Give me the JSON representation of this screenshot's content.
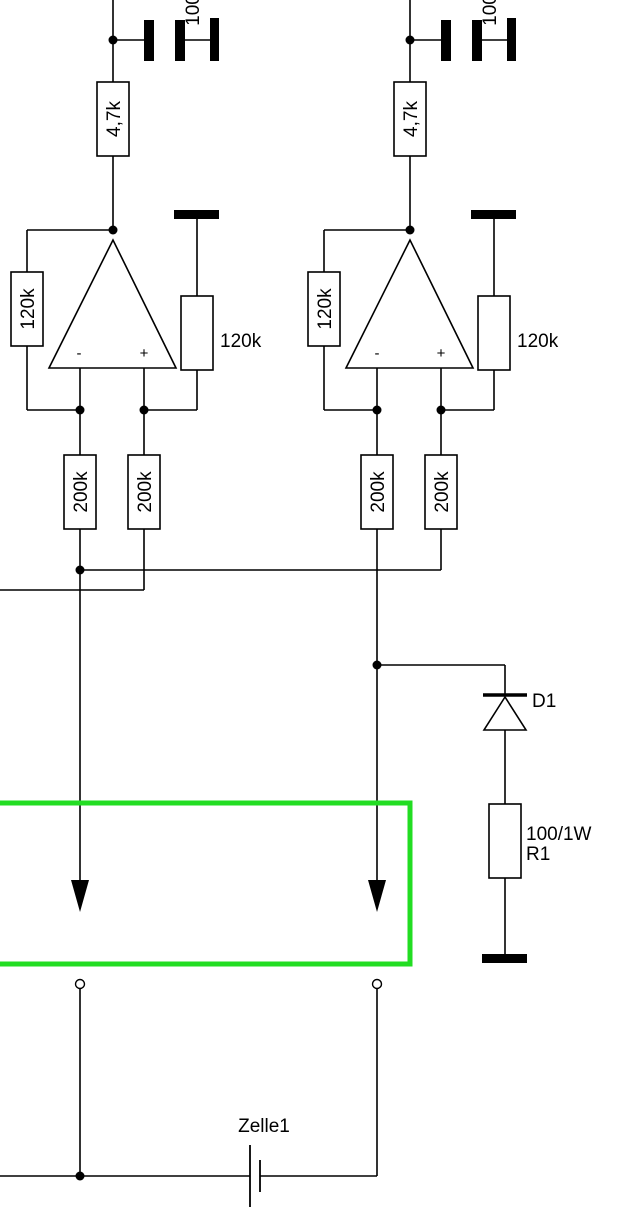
{
  "labels": {
    "cap_value": "100",
    "r_top_left": "4,7k",
    "r_top_right": "4,7k",
    "r_fb_left": "120k",
    "r_ref_left": "120k",
    "r_fb_right": "120k",
    "r_ref_right": "120k",
    "r_in_1": "200k",
    "r_in_2": "200k",
    "r_in_3": "200k",
    "r_in_4": "200k",
    "diode_name": "D1",
    "r1_value": "100/1W",
    "r1_name": "R1",
    "cell_name": "Zelle1",
    "opamp_minus": "-",
    "opamp_plus": "+"
  }
}
